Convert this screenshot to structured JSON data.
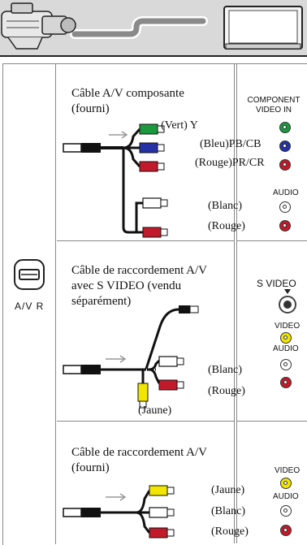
{
  "colors": {
    "green": "#1a9a3c",
    "blue": "#2432a6",
    "red": "#c21a2a",
    "yellow": "#f2e600",
    "white": "#ffffff",
    "black": "#111111"
  },
  "icons": [
    "camcorder-icon",
    "tv-icon",
    "av-r-jack-icon"
  ],
  "av_connector": {
    "label": "A/V R"
  },
  "sections": [
    {
      "title": "Câble A/V composante (fourni)",
      "video_labels": [
        "(Vert) Y",
        "(Bleu)PB/CB",
        "(Rouge)PR/CR"
      ],
      "audio_labels": [
        "(Blanc)",
        "(Rouge)"
      ],
      "tv_header": "COMPONENT VIDEO IN",
      "tv_audio": "AUDIO"
    },
    {
      "title": "Câble de raccordement A/V avec S VIDEO (vendu séparément)",
      "audio_labels": [
        "(Blanc)",
        "(Rouge)"
      ],
      "video_label": "(Jaune)",
      "tv_svideo": "S VIDEO",
      "tv_video": "VIDEO",
      "tv_audio": "AUDIO"
    },
    {
      "title": "Câble de raccordement A/V (fourni)",
      "labels": [
        "(Jaune)",
        "(Blanc)",
        "(Rouge)"
      ],
      "tv_video": "VIDEO",
      "tv_audio": "AUDIO"
    }
  ]
}
